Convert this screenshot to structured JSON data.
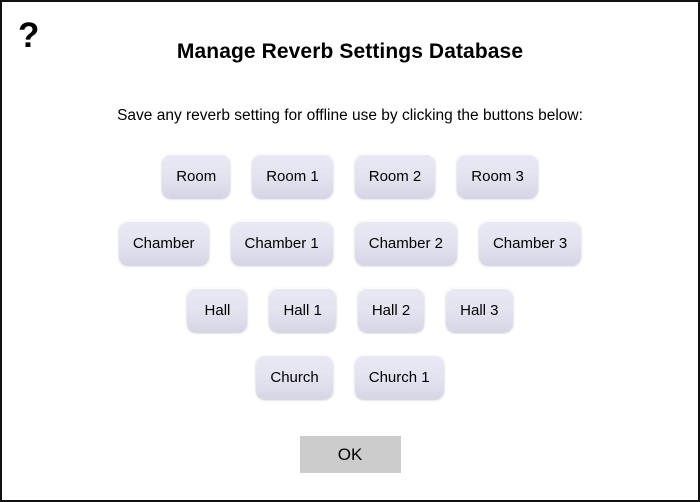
{
  "dialog": {
    "help_icon": "?",
    "title": "Manage Reverb Settings Database",
    "subtitle": "Save any reverb setting for offline use by clicking the buttons below:",
    "border_color": "#111111",
    "background": "#ffffff"
  },
  "presets": {
    "button_color": "#e2e2ee",
    "rows": [
      {
        "label": "Room",
        "buttons": [
          "Room",
          "Room 1",
          "Room 2",
          "Room 3"
        ]
      },
      {
        "label": "Chamber",
        "buttons": [
          "Chamber",
          "Chamber 1",
          "Chamber 2",
          "Chamber 3"
        ]
      },
      {
        "label": "Hall",
        "buttons": [
          "Hall",
          "Hall 1",
          "Hall 2",
          "Hall 3"
        ]
      },
      {
        "label": "Church",
        "buttons": [
          "Church",
          "Church 1"
        ]
      }
    ]
  },
  "footer": {
    "ok_label": "OK",
    "ok_color": "#cccccc"
  }
}
